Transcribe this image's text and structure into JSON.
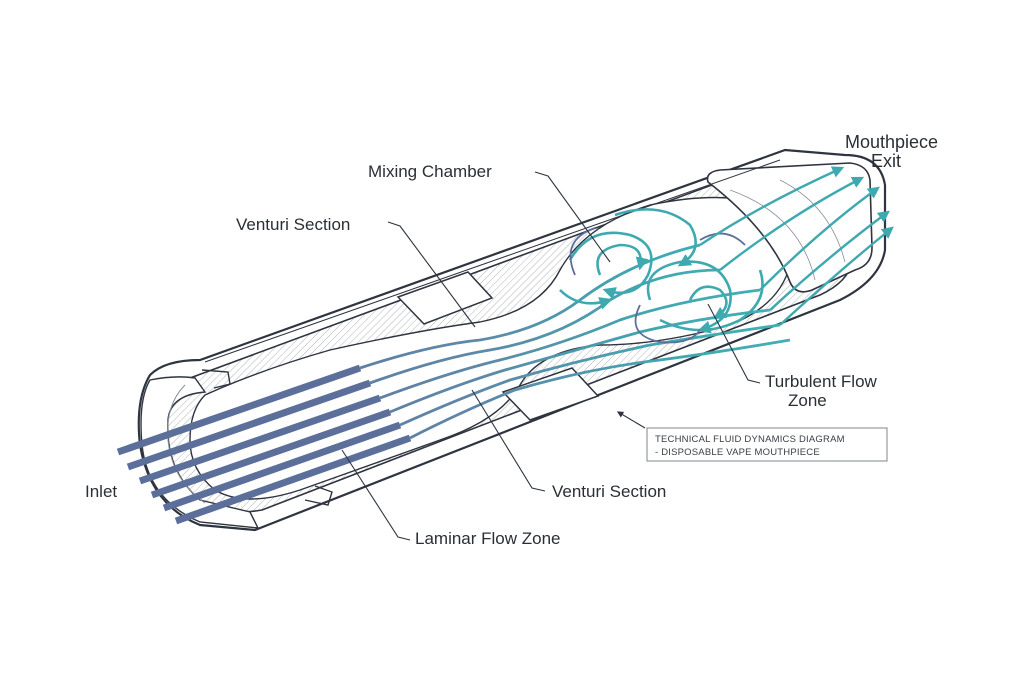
{
  "labels": {
    "mouthpiece_exit_line1": "Mouthpiece",
    "mouthpiece_exit_line2": "Exit",
    "mixing_chamber": "Mixing Chamber",
    "venturi_section_top": "Venturi Section",
    "venturi_section_bottom": "Venturi Section",
    "turbulent_flow_line1": "Turbulent Flow",
    "turbulent_flow_line2": "Zone",
    "inlet": "Inlet",
    "laminar_flow_zone": "Laminar Flow Zone"
  },
  "caption": {
    "line1": "TECHNICAL FLUID DYNAMICS DIAGRAM",
    "line2": "- DISPOSABLE VAPE MOUTHPIECE"
  },
  "colors": {
    "outline": "#2e3440",
    "hatch": "#8a8f96",
    "laminar": "#5b6f9a",
    "turbulent": "#3fa9b0",
    "text": "#2a2f36"
  }
}
